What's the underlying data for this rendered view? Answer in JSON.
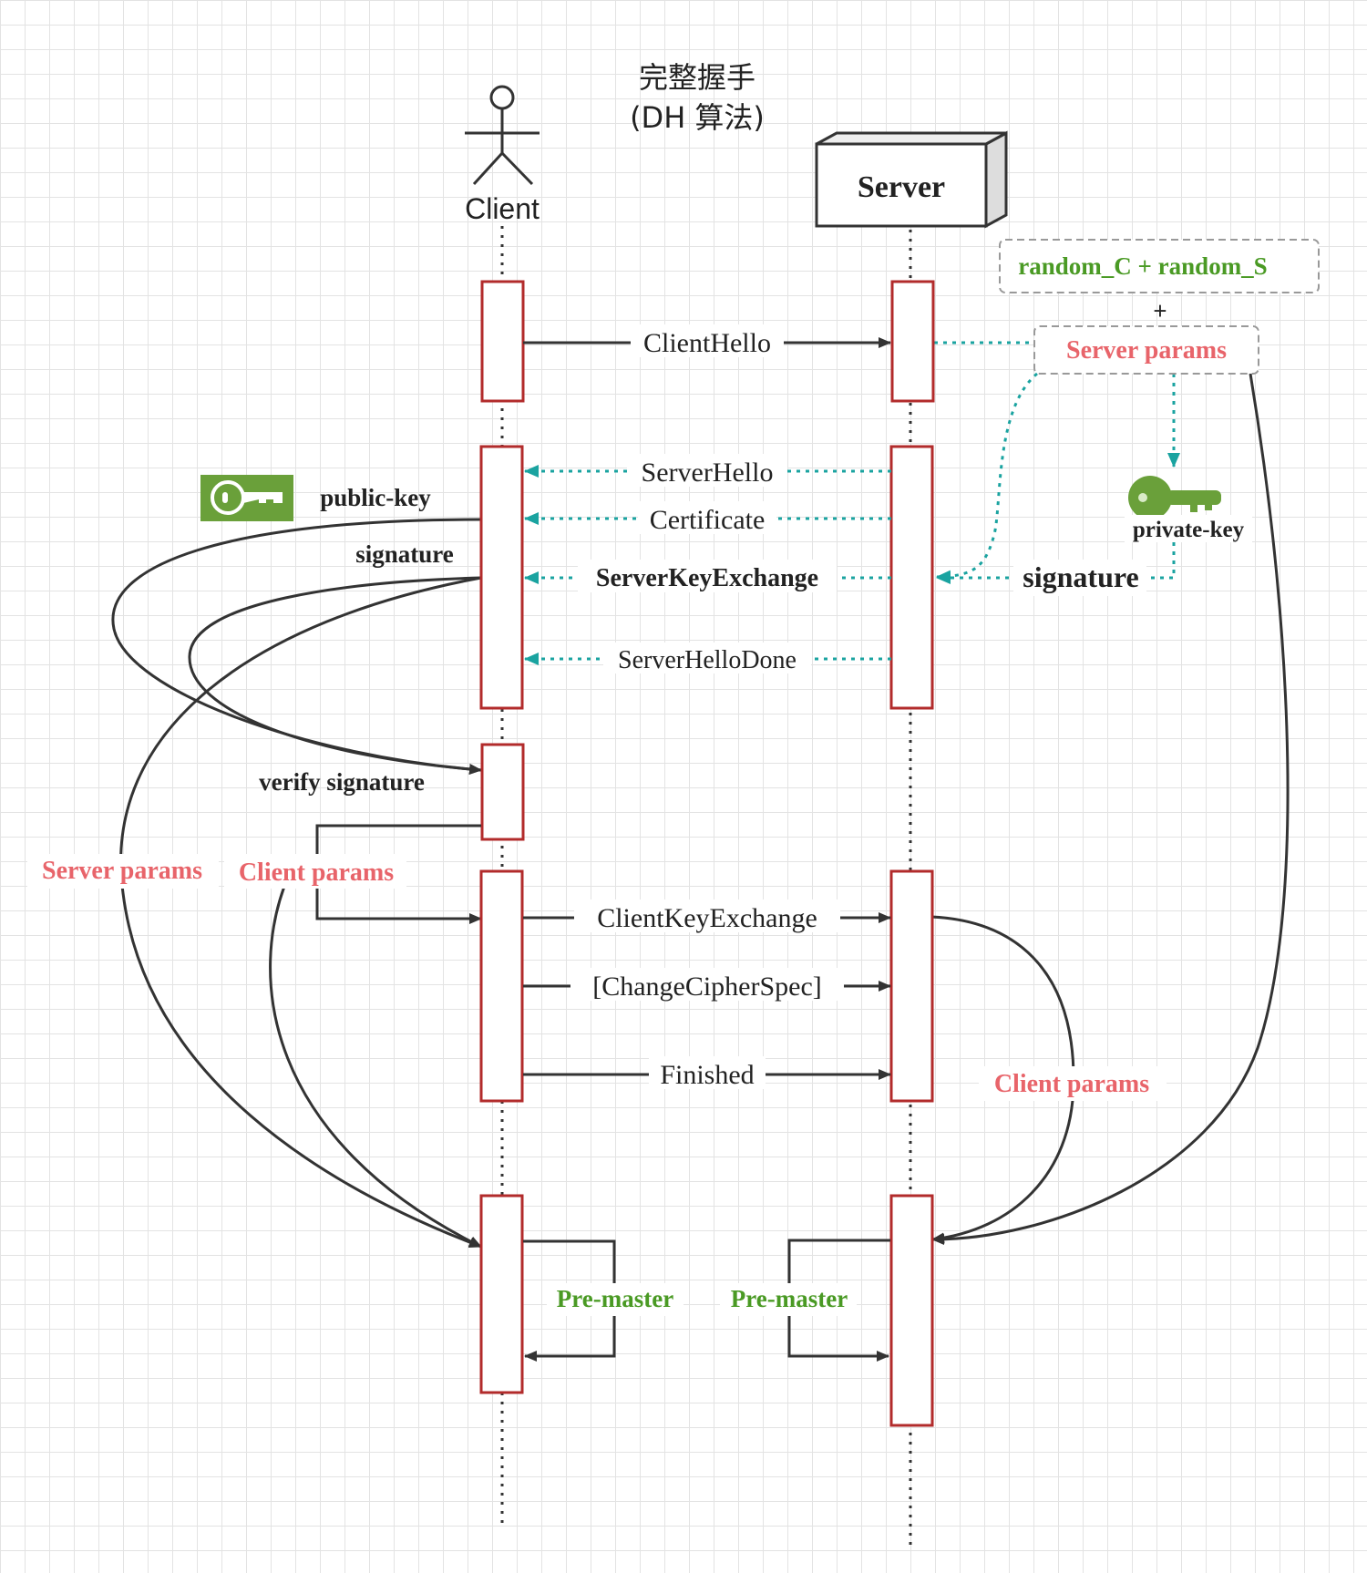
{
  "title": {
    "line1": "完整握手",
    "line2": "(DH 算法)"
  },
  "actors": {
    "client": "Client",
    "server": "Server"
  },
  "messages": {
    "client_hello": "ClientHello",
    "server_hello": "ServerHello",
    "certificate": "Certificate",
    "server_key_exchange": "ServerKeyExchange",
    "server_hello_done": "ServerHelloDone",
    "client_key_exchange": "ClientKeyExchange",
    "change_cipher_spec": "[ChangeCipherSpec]",
    "finished": "Finished"
  },
  "labels": {
    "random_box": "random_C + random_S",
    "plus": "+",
    "server_params": "Server params",
    "private_key": "private-key",
    "signature_server": "signature",
    "public_key": "public-key",
    "signature_client": "signature",
    "verify_signature": "verify signature",
    "server_params_client": "Server params",
    "client_params_client": "Client params",
    "client_params_server": "Client params",
    "pre_master_client": "Pre-master",
    "pre_master_server": "Pre-master"
  },
  "colors": {
    "activation": "#b22b2b",
    "teal": "#1aa3a0",
    "red_label": "#e8646a",
    "green_label": "#4a9a24",
    "key_green": "#6aa03a"
  },
  "icons": {
    "public_key": "key-icon",
    "private_key": "key-icon",
    "client": "stick-figure-icon"
  }
}
